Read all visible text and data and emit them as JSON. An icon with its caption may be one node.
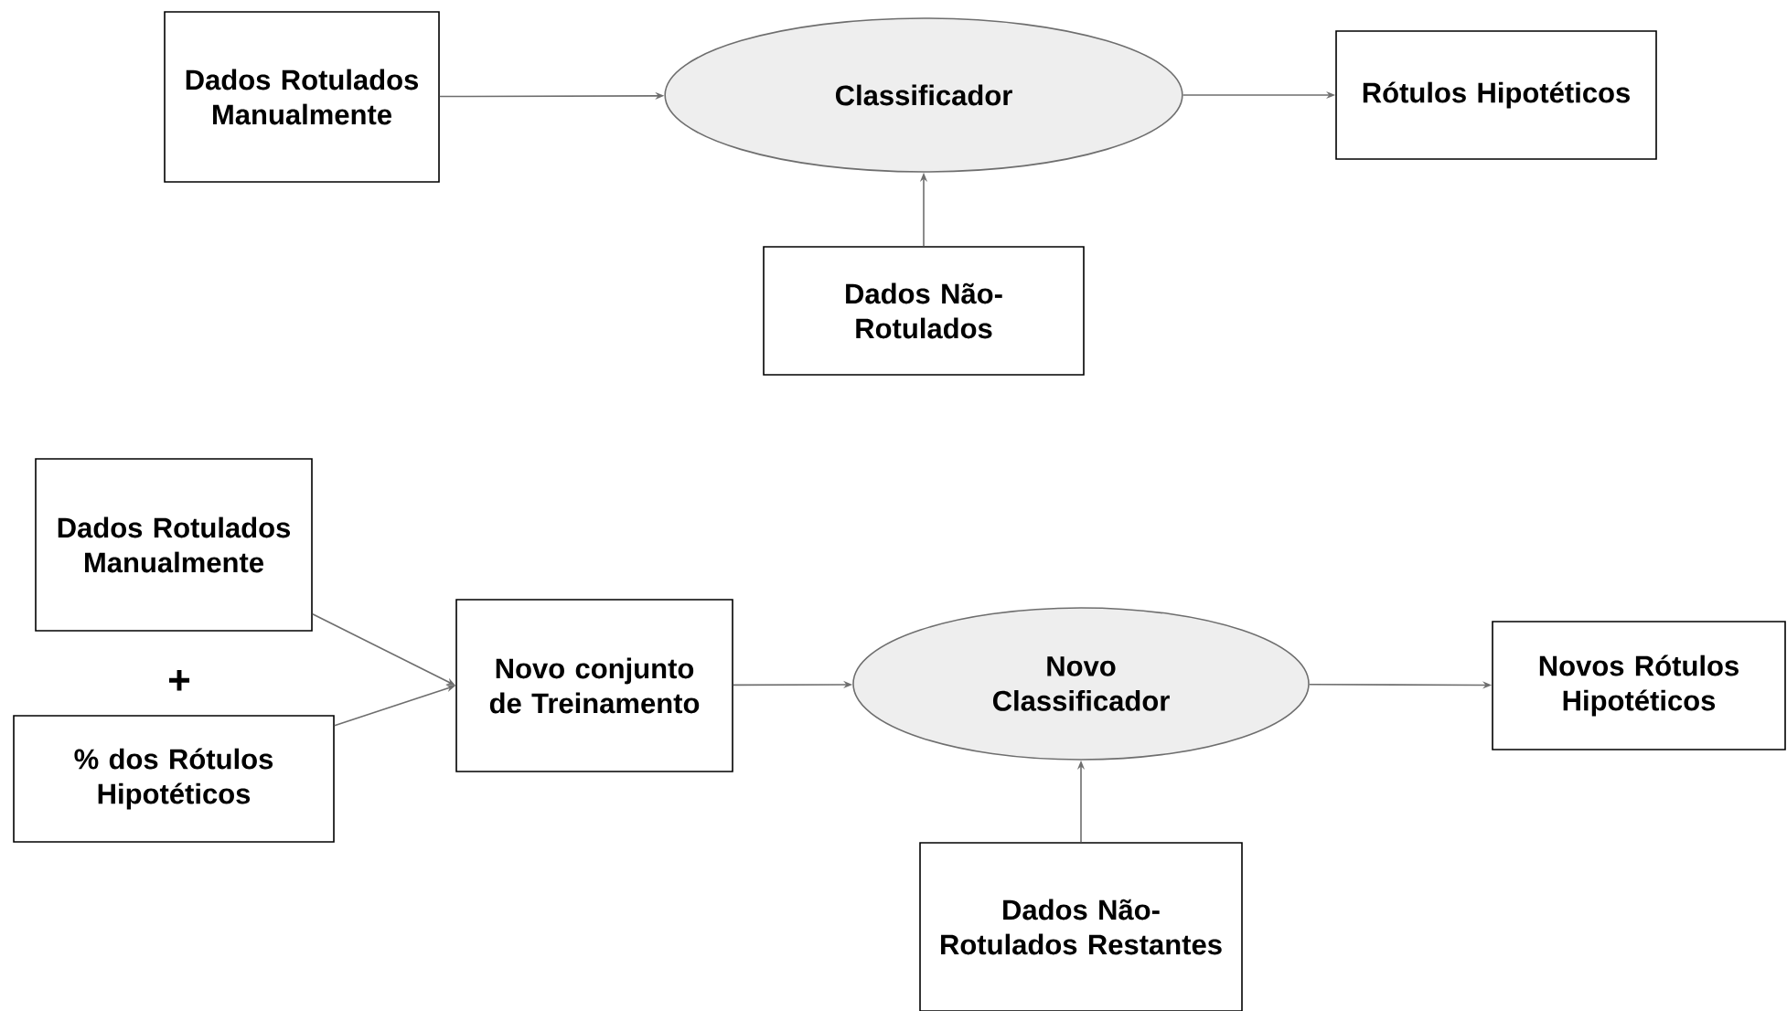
{
  "diagram": {
    "nodes": [
      {
        "text": [
          "Dados Rotulados Manualmente"
        ]
      },
      {
        "text": [
          "Classificador"
        ]
      },
      {
        "text": [
          "Rótulos Hipotéticos"
        ]
      },
      {
        "text": [
          "Dados Não-Rotulados"
        ]
      },
      {
        "text": [
          "Dados Rotulados Manualmente"
        ]
      },
      {
        "text": [
          "% dos Rótulos Hipotéticos"
        ]
      },
      {
        "text": [
          "Novo conjunto de Treinamento"
        ]
      },
      {
        "text": [
          "Novo Classificador"
        ]
      },
      {
        "text": [
          "Novos Rótulos Hipotéticos"
        ]
      },
      {
        "text": [
          "Dados Não-Rotulados Restantes"
        ]
      }
    ],
    "edges": [
      {
        "from": 0,
        "to": 1,
        "arrow": "to"
      },
      {
        "from": 3,
        "to": 1,
        "arrow": "to"
      },
      {
        "from": 1,
        "to": 2,
        "arrow": "to"
      },
      {
        "from": 4,
        "to": 6,
        "arrow": "to"
      },
      {
        "from": 5,
        "to": 6,
        "arrow": "to"
      },
      {
        "from": 6,
        "to": 7,
        "arrow": "to"
      },
      {
        "from": 9,
        "to": 7,
        "arrow": "to"
      },
      {
        "from": 7,
        "to": 8,
        "arrow": "to"
      }
    ],
    "labels": [
      "+"
    ]
  }
}
